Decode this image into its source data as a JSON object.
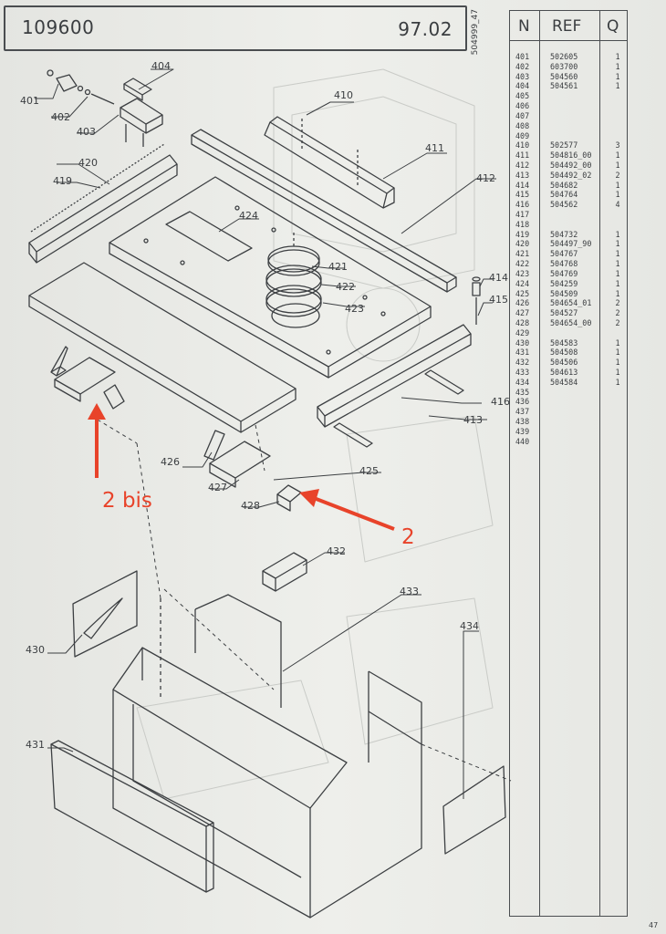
{
  "header": {
    "doc_number": "109600",
    "date": "97.02",
    "side_code": "504999_47"
  },
  "table": {
    "headers": [
      "N",
      "REF",
      "Q"
    ],
    "rows": [
      {
        "n": "401",
        "ref": "502605",
        "q": "1"
      },
      {
        "n": "402",
        "ref": "603700",
        "q": "1"
      },
      {
        "n": "403",
        "ref": "504560",
        "q": "1"
      },
      {
        "n": "404",
        "ref": "504561",
        "q": "1"
      },
      {
        "n": "405",
        "ref": "",
        "q": ""
      },
      {
        "n": "406",
        "ref": "",
        "q": ""
      },
      {
        "n": "407",
        "ref": "",
        "q": ""
      },
      {
        "n": "408",
        "ref": "",
        "q": ""
      },
      {
        "n": "409",
        "ref": "",
        "q": ""
      },
      {
        "n": "410",
        "ref": "502577",
        "q": "3"
      },
      {
        "n": "411",
        "ref": "504816_00",
        "q": "1"
      },
      {
        "n": "412",
        "ref": "504492_00",
        "q": "1"
      },
      {
        "n": "413",
        "ref": "504492_02",
        "q": "2"
      },
      {
        "n": "414",
        "ref": "504682",
        "q": "1"
      },
      {
        "n": "415",
        "ref": "504764",
        "q": "1"
      },
      {
        "n": "416",
        "ref": "504562",
        "q": "4"
      },
      {
        "n": "417",
        "ref": "",
        "q": ""
      },
      {
        "n": "418",
        "ref": "",
        "q": ""
      },
      {
        "n": "419",
        "ref": "504732",
        "q": "1"
      },
      {
        "n": "420",
        "ref": "504497_90",
        "q": "1"
      },
      {
        "n": "421",
        "ref": "504767",
        "q": "1"
      },
      {
        "n": "422",
        "ref": "504768",
        "q": "1"
      },
      {
        "n": "423",
        "ref": "504769",
        "q": "1"
      },
      {
        "n": "424",
        "ref": "504259",
        "q": "1"
      },
      {
        "n": "425",
        "ref": "504509",
        "q": "1"
      },
      {
        "n": "426",
        "ref": "504654_01",
        "q": "2"
      },
      {
        "n": "427",
        "ref": "504527",
        "q": "2"
      },
      {
        "n": "428",
        "ref": "504654_00",
        "q": "2"
      },
      {
        "n": "429",
        "ref": "",
        "q": ""
      },
      {
        "n": "430",
        "ref": "504583",
        "q": "1"
      },
      {
        "n": "431",
        "ref": "504508",
        "q": "1"
      },
      {
        "n": "432",
        "ref": "504506",
        "q": "1"
      },
      {
        "n": "433",
        "ref": "504613",
        "q": "1"
      },
      {
        "n": "434",
        "ref": "504584",
        "q": "1"
      },
      {
        "n": "435",
        "ref": "",
        "q": ""
      },
      {
        "n": "436",
        "ref": "",
        "q": ""
      },
      {
        "n": "437",
        "ref": "",
        "q": ""
      },
      {
        "n": "438",
        "ref": "",
        "q": ""
      },
      {
        "n": "439",
        "ref": "",
        "q": ""
      },
      {
        "n": "440",
        "ref": "",
        "q": ""
      }
    ]
  },
  "diagram": {
    "callouts": {
      "c401": "401",
      "c402": "402",
      "c403": "403",
      "c404": "404",
      "c410": "410",
      "c411": "411",
      "c412": "412",
      "c413": "413",
      "c414": "414",
      "c415": "415",
      "c416": "416",
      "c419": "419",
      "c420": "420",
      "c421": "421",
      "c422": "422",
      "c423": "423",
      "c424": "424",
      "c425": "425",
      "c426": "426",
      "c427": "427",
      "c428": "428",
      "c430": "430",
      "c431": "431",
      "c432": "432",
      "c433": "433",
      "c434": "434"
    },
    "annotations": {
      "marker_left": "2 bis",
      "marker_right": "2",
      "color": "#e8432a"
    }
  },
  "footer": {
    "page_number": "47"
  }
}
